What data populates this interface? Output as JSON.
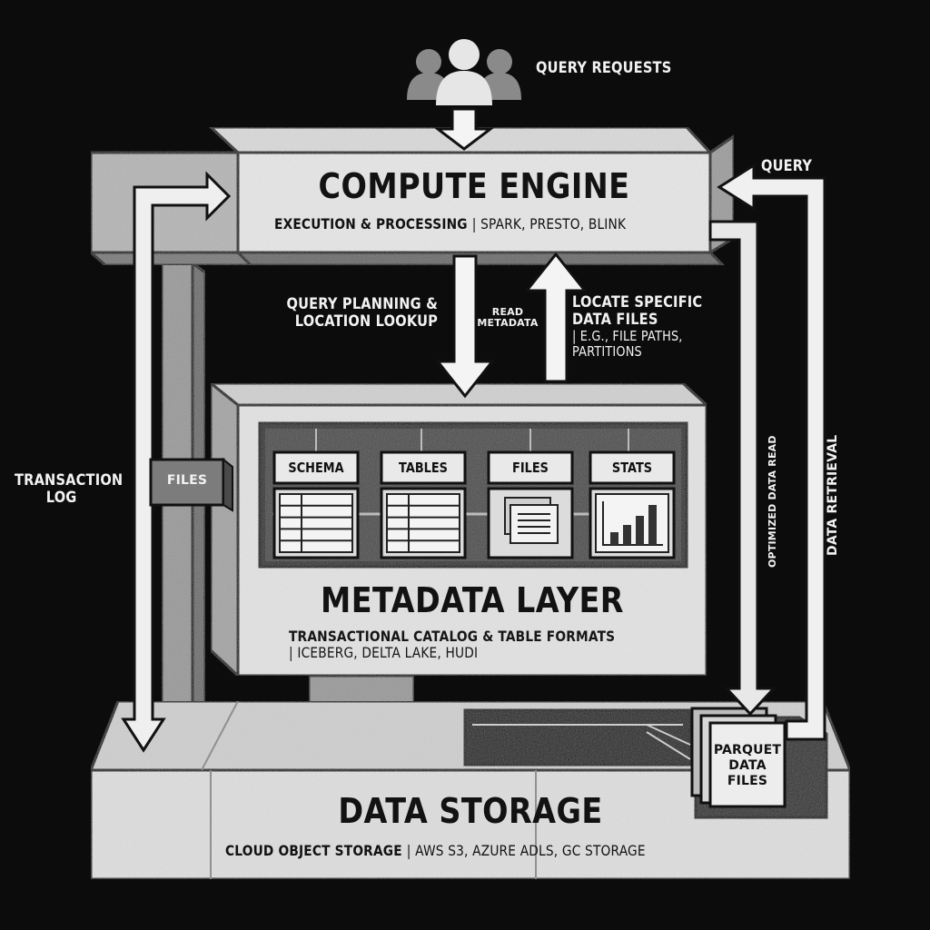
{
  "diagram": {
    "query_requests": "QUERY\nREQUESTS",
    "compute_engine": {
      "title": "COMPUTE ENGINE",
      "subtitle_bold": "EXECUTION & PROCESSING",
      "subtitle_rest": "| SPARK, PRESTO, BLINK"
    },
    "labels": {
      "query_planning": "QUERY PLANNING &\nLOCATION LOOKUP",
      "read_metadata": "READ\nMETADATA",
      "locate_files_bold": "LOCATE SPECIFIC\nDATA FILES",
      "locate_files_rest": "| E.G., FILE PATHS,\nPARTITIONS",
      "query_right": "QUERY",
      "transaction_log": "TRANSACTION\nLOG",
      "files_tag": "FILES",
      "optimized_data_read": "OPTIMIZED DATA READ",
      "data_retrieval": "DATA RETRIEVAL"
    },
    "metadata_layer": {
      "title": "METADATA LAYER",
      "subtitle_bold": "TRANSACTIONAL CATALOG & TABLE FORMATS",
      "subtitle_rest": "| ICEBERG, DELTA LAKE, HUDI",
      "cards": [
        "SCHEMA",
        "TABLES",
        "FILES",
        "STATS"
      ]
    },
    "data_storage": {
      "title": "DATA STORAGE",
      "subtitle_bold": "CLOUD OBJECT STORAGE",
      "subtitle_rest": "| AWS S3, AZURE ADLS, GC STORAGE",
      "parquet": "PARQUET\nDATA\nFILES"
    },
    "colors": {
      "background": "#0c0c0c",
      "concrete_light": "#e4e4e4",
      "concrete_mid": "#bdbdbd",
      "concrete_dark": "#8c8c8c",
      "ink": "#111111",
      "arrow_fill": "#f4f4f4"
    },
    "icons": [
      "users-group-icon",
      "table-icon",
      "document-icon",
      "bar-chart-icon"
    ]
  }
}
